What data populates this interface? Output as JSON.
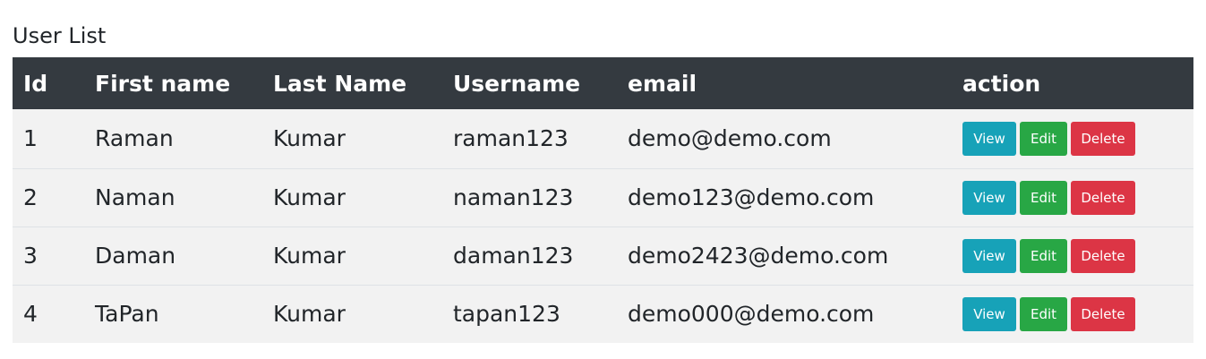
{
  "page": {
    "title": "User List"
  },
  "table": {
    "headers": [
      "Id",
      "First name",
      "Last Name",
      "Username",
      "email",
      "action"
    ],
    "rows": [
      {
        "id": "1",
        "first_name": "Raman",
        "last_name": "Kumar",
        "username": "raman123",
        "email": "demo@demo.com"
      },
      {
        "id": "2",
        "first_name": "Naman",
        "last_name": "Kumar",
        "username": "naman123",
        "email": "demo123@demo.com"
      },
      {
        "id": "3",
        "first_name": "Daman",
        "last_name": "Kumar",
        "username": "daman123",
        "email": "demo2423@demo.com"
      },
      {
        "id": "4",
        "first_name": "TaPan",
        "last_name": "Kumar",
        "username": "tapan123",
        "email": "demo000@demo.com"
      }
    ],
    "actions": {
      "view_label": "View",
      "edit_label": "Edit",
      "delete_label": "Delete"
    }
  },
  "colors": {
    "header_bg": "#343a40",
    "row_bg": "#f2f2f2",
    "view": "#17a2b8",
    "edit": "#28a745",
    "delete": "#dc3545"
  }
}
